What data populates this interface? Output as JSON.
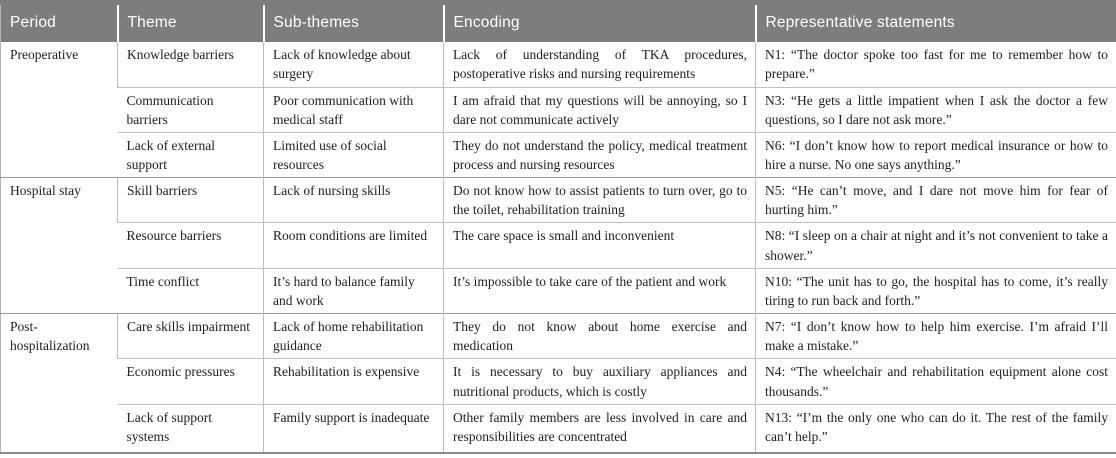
{
  "colors": {
    "header_bg": "#7d7d7d",
    "header_text": "#ffffff",
    "body_text": "#1e1e1e",
    "grid_line": "#bfbfbf",
    "group_line": "#9a9a9a"
  },
  "table": {
    "columns": [
      "Period",
      "Theme",
      "Sub-themes",
      "Encoding",
      "Representative statements"
    ],
    "groups": [
      {
        "period": "Preoperative",
        "rows": [
          {
            "theme": "Knowledge barriers",
            "sub_theme": "Lack of knowledge about surgery",
            "encoding": "Lack of understanding of TKA procedures, postoperative risks and nursing requirements",
            "statement": "N1: “The doctor spoke too fast for me to remember how to prepare.”"
          },
          {
            "theme": "Communication barriers",
            "sub_theme": "Poor communication with medical staff",
            "encoding": "I am afraid that my questions will be annoying, so I dare not communicate actively",
            "statement": "N3: “He gets a little impatient when I ask the doctor a few questions, so I dare not ask more.”"
          },
          {
            "theme": "Lack of external support",
            "sub_theme": "Limited use of social resources",
            "encoding": "They do not understand the policy, medical treatment process and nursing resources",
            "statement": "N6: “I don’t know how to report medical insurance or how to hire a nurse. No one says anything.”"
          }
        ]
      },
      {
        "period": "Hospital stay",
        "rows": [
          {
            "theme": "Skill barriers",
            "sub_theme": "Lack of nursing skills",
            "encoding": "Do not know how to assist patients to turn over, go to the toilet, rehabilitation training",
            "statement": "N5: “He can’t move, and I dare not move him for fear of hurting him.”"
          },
          {
            "theme": "Resource barriers",
            "sub_theme": "Room conditions are limited",
            "encoding": "The care space is small and inconvenient",
            "statement": "N8: “I sleep on a chair at night and it’s not convenient to take a shower.”"
          },
          {
            "theme": "Time conflict",
            "sub_theme": "It’s hard to balance family and work",
            "encoding": "It’s impossible to take care of the patient and work",
            "statement": "N10: “The unit has to go, the hospital has to come, it’s really tiring to run back and forth.”"
          }
        ]
      },
      {
        "period": "Post-hospitalization",
        "rows": [
          {
            "theme": "Care skills impairment",
            "sub_theme": "Lack of home rehabilitation guidance",
            "encoding": "They do not know about home exercise and medication",
            "statement": "N7: “I don’t know how to help him exercise. I’m afraid I’ll make a mistake.”"
          },
          {
            "theme": "Economic pressures",
            "sub_theme": "Rehabilitation is expensive",
            "encoding": "It is necessary to buy auxiliary appliances and nutritional products, which is costly",
            "statement": "N4: “The wheelchair and rehabilitation equipment alone cost thousands.”"
          },
          {
            "theme": "Lack of support systems",
            "sub_theme": "Family support is inadequate",
            "encoding": "Other family members are less involved in care and responsibilities are concentrated",
            "statement": "N13: “I’m the only one who can do it. The rest of the family can’t help.”"
          }
        ]
      }
    ]
  }
}
